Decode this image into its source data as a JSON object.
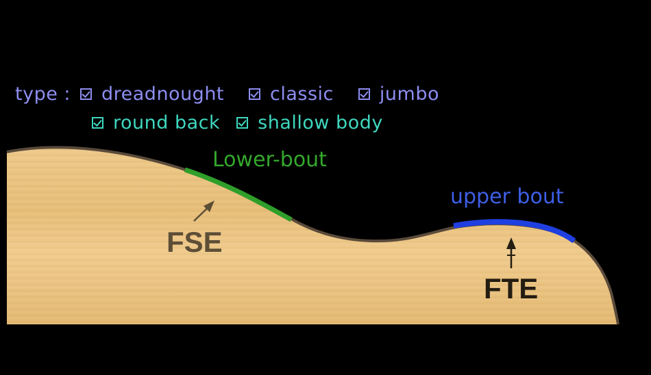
{
  "type_selector": {
    "label": "type :",
    "options": [
      {
        "label": "dreadnought",
        "checked": true
      },
      {
        "label": "classic",
        "checked": true
      },
      {
        "label": "jumbo",
        "checked": true
      },
      {
        "label": "round back",
        "checked": true
      },
      {
        "label": "shallow body",
        "checked": true
      }
    ]
  },
  "diagram": {
    "lower_bout_label": "Lower-bout",
    "upper_bout_label": "upper bout",
    "fse_label": "FSE",
    "fte_label": "FTE"
  },
  "colors": {
    "background": "#000000",
    "type_row1_text": "#8e8ef2",
    "type_row2_text": "#3fd8bf",
    "wood": "#e8c07a",
    "lower_bout_highlight": "#2f9e2a",
    "upper_bout_highlight": "#1f3fe0",
    "fse_text": "#5d4e36",
    "fte_text": "#231d12"
  }
}
